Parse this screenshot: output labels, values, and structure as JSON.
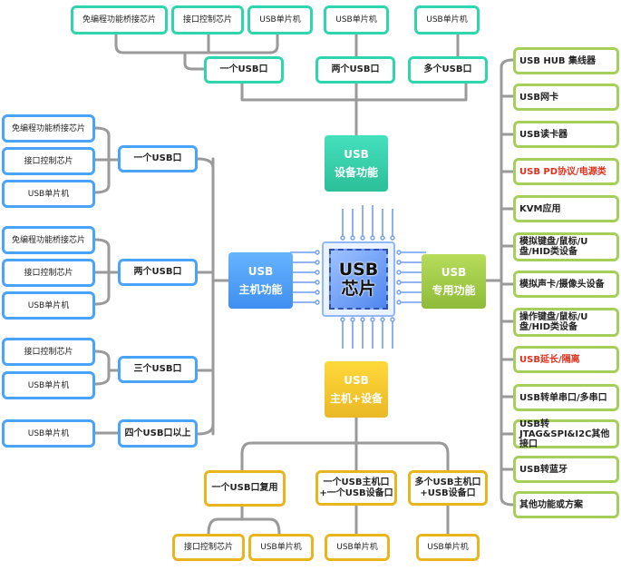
{
  "colors": {
    "teal": "#2fd6ad",
    "blue": "#4aa3ff",
    "yellow": "#e8b51d",
    "green": "#a5cf5b",
    "red_text": "#e0301e",
    "connector": "#9a9a9a"
  },
  "center": {
    "chip_line1": "USB",
    "chip_line2": "芯片"
  },
  "device": {
    "title_line1": "USB",
    "title_line2": "设备功能",
    "groups": [
      {
        "label": "一个USB口",
        "children": [
          "免编程功能桥接芯片",
          "接口控制芯片",
          "USB单片机"
        ]
      },
      {
        "label": "两个USB口",
        "children": [
          "USB单片机"
        ]
      },
      {
        "label": "多个USB口",
        "children": [
          "USB单片机"
        ]
      }
    ]
  },
  "host": {
    "title_line1": "USB",
    "title_line2": "主机功能",
    "groups": [
      {
        "label": "一个USB口",
        "children": [
          "免编程功能桥接芯片",
          "接口控制芯片",
          "USB单片机"
        ]
      },
      {
        "label": "两个USB口",
        "children": [
          "免编程功能桥接芯片",
          "接口控制芯片",
          "USB单片机"
        ]
      },
      {
        "label": "三个USB口",
        "children": [
          "接口控制芯片",
          "USB单片机"
        ]
      },
      {
        "label": "四个USB口以上",
        "children": [
          "USB单片机"
        ]
      }
    ]
  },
  "dual": {
    "title_line1": "USB",
    "title_line2": "主机+设备",
    "groups": [
      {
        "label": "一个USB口复用",
        "children": [
          "接口控制芯片",
          "USB单片机"
        ]
      },
      {
        "label": "一个USB主机口\n+一个USB设备口",
        "children": [
          "USB单片机"
        ]
      },
      {
        "label": "多个USB主机口\n+USB设备口",
        "children": [
          "USB单片机"
        ]
      }
    ]
  },
  "special": {
    "title_line1": "USB",
    "title_line2": "专用功能",
    "items": [
      {
        "label": "USB HUB 集线器",
        "highlight": false
      },
      {
        "label": "USB网卡",
        "highlight": false
      },
      {
        "label": "USB读卡器",
        "highlight": false
      },
      {
        "label": "USB PD协议/电源类",
        "highlight": true
      },
      {
        "label": "KVM应用",
        "highlight": false
      },
      {
        "label": "模拟键盘/鼠标/U盘/HID类设备",
        "highlight": false
      },
      {
        "label": "模拟声卡/摄像头设备",
        "highlight": false
      },
      {
        "label": "操作键盘/鼠标/U盘/HID类设备",
        "highlight": false
      },
      {
        "label": "USB延长/隔离",
        "highlight": true
      },
      {
        "label": "USB转单串口/多串口",
        "highlight": false
      },
      {
        "label": "USB转JTAG&SPI&I2C其他接口",
        "highlight": false
      },
      {
        "label": "USB转蓝牙",
        "highlight": false
      },
      {
        "label": "其他功能或方案",
        "highlight": false
      }
    ]
  }
}
